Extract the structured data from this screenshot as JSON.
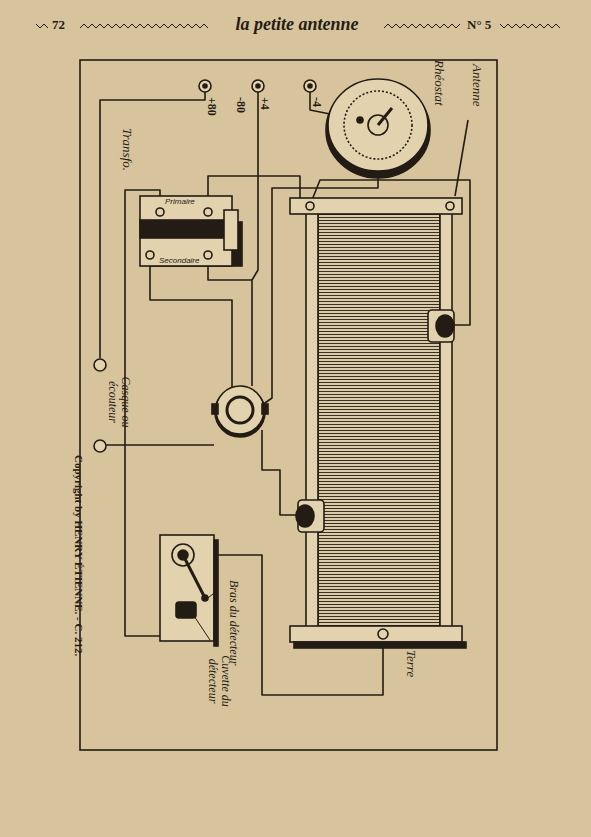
{
  "diagram": {
    "title": "la petite antenne",
    "labels": [
      "72",
      "N° 5",
      "Antenne",
      "Rhéostat",
      "+80",
      "-80",
      "+4",
      "-4",
      "Transfo.",
      "Primaire",
      "Secondaire",
      "Casque ou écouteur",
      "Copyright by HENRY ÉTIENNE. - C. 212.",
      "Bras du détecteur",
      "Cuvette du détecteur",
      "Terre"
    ]
  }
}
